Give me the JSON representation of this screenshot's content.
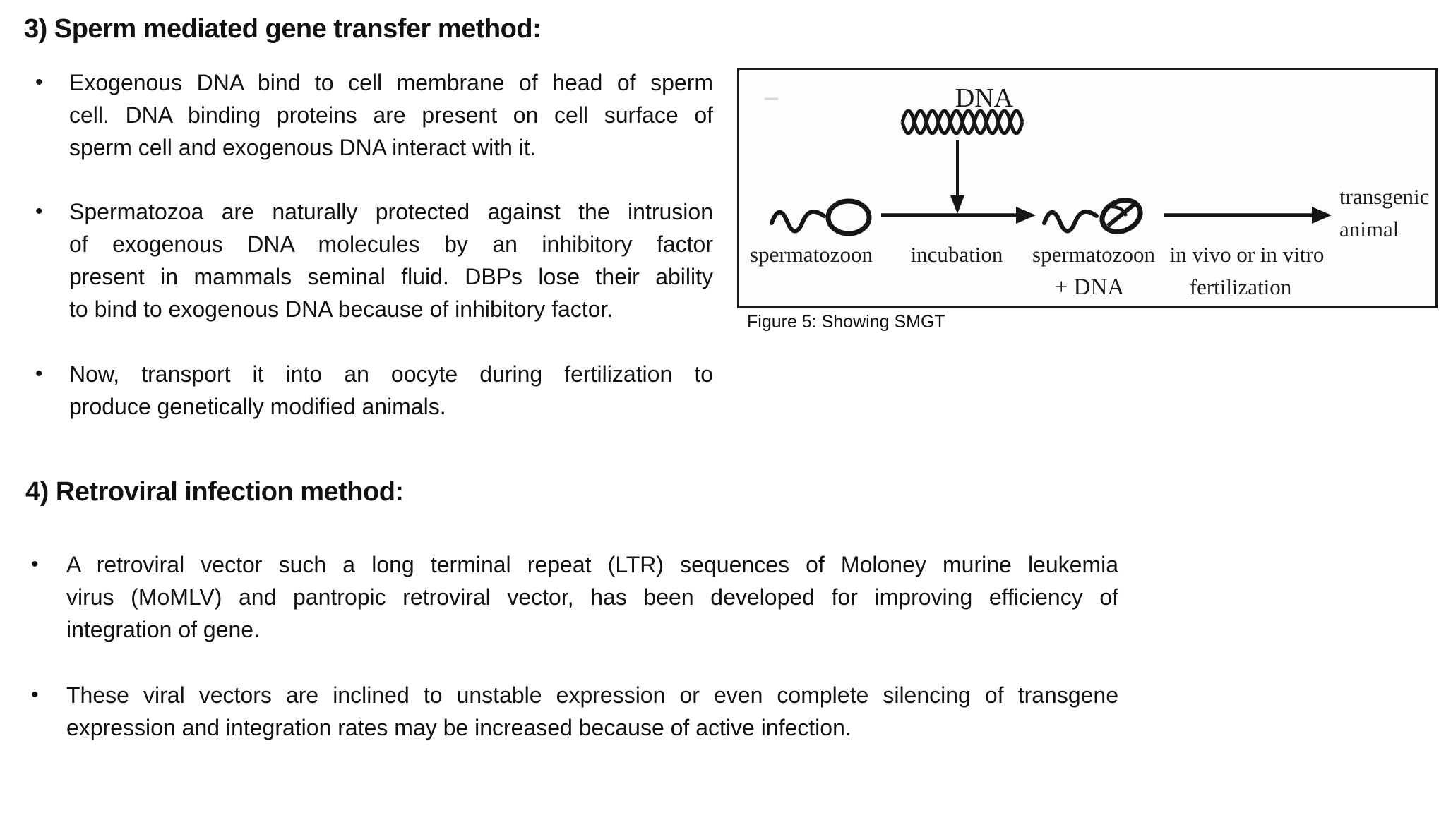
{
  "ui": {
    "bullet_char": "•"
  },
  "colors": {
    "background": "#ffffff",
    "text": "#121212",
    "figure_border": "#1b1b1b"
  },
  "sections": [
    {
      "heading": "3) Sperm mediated gene transfer method:",
      "bullets": [
        {
          "lines": [
            "Exogenous DNA bind to cell membrane of head of sperm",
            "cell. DNA binding proteins are present on cell surface of",
            "sperm cell and exogenous DNA interact with it."
          ]
        },
        {
          "lines": [
            "Spermatozoa are naturally protected against the intrusion",
            "of exogenous DNA molecules by an inhibitory factor",
            "present in mammals seminal fluid. DBPs lose their ability",
            "to bind to exogenous DNA because of inhibitory factor."
          ]
        },
        {
          "lines": [
            "Now, transport it into an oocyte during fertilization to",
            "produce genetically modified animals."
          ]
        }
      ]
    },
    {
      "heading": "4) Retroviral infection method:",
      "bullets": [
        {
          "lines": [
            "A retroviral vector such a long terminal repeat (LTR) sequences of Moloney murine leukemia",
            "virus (MoMLV) and pantropic retroviral vector, has been developed for improving efficiency of",
            "integration of gene."
          ]
        },
        {
          "lines": [
            "These viral vectors are inclined to unstable expression or even complete silencing of transgene",
            "expression and integration rates may be increased because of active infection."
          ]
        }
      ]
    }
  ],
  "figure": {
    "caption": "Figure 5: Showing SMGT",
    "dna_label": "DNA",
    "step1_label": "spermatozoon",
    "step2_label": "incubation",
    "step3_label_line1": "spermatozoon",
    "step3_label_line2": "+ DNA",
    "step4_label_line1": "in vivo or in vitro",
    "step4_label_line2": "fertilization",
    "result_label_line1": "transgenic",
    "result_label_line2": "animal"
  }
}
